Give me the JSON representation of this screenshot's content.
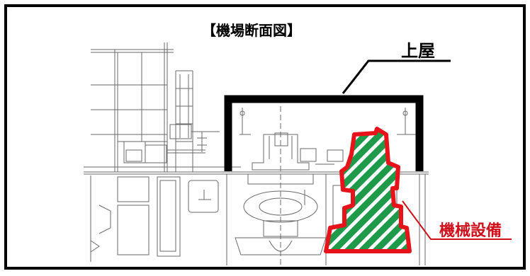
{
  "figure": {
    "title": "【機場断面図】",
    "label_roof": "上屋",
    "label_equipment": "機械設備"
  },
  "colors": {
    "frame": "#000000",
    "roof": "#000000",
    "drawing_line": "#555555",
    "equipment_fill": "#1e9a4a",
    "equipment_outline": "#e8121b",
    "label_equipment_color": "#d0101a",
    "leader_roof": "#000000",
    "leader_equipment": "#d0101a"
  }
}
